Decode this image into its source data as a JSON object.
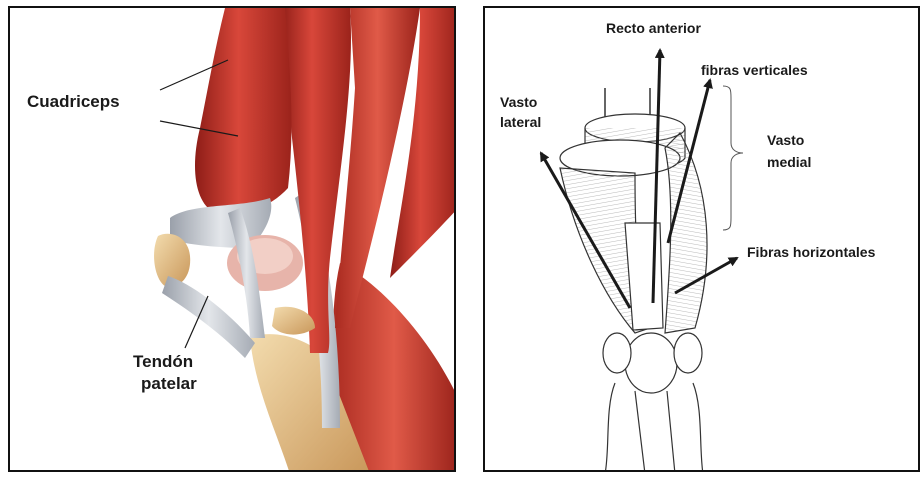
{
  "left_figure": {
    "labels": {
      "quadriceps": "Cuadriceps",
      "tendon_line1": "Tendón",
      "tendon_line2": "patelar"
    }
  },
  "right_figure": {
    "labels": {
      "recto_anterior": "Recto anterior",
      "fibras_verticales": "fibras verticales",
      "vasto_lateral_line1": "Vasto",
      "vasto_lateral_line2": "lateral",
      "vasto_medial_line1": "Vasto",
      "vasto_medial_line2": "medial",
      "fibras_horizontales": "Fibras horizontales"
    }
  },
  "colors": {
    "muscle": "#c8352c",
    "muscle_dark": "#8e1d17",
    "tendon": "#c9ccd3",
    "bone": "#e7c48e",
    "line": "#1a1a1a"
  }
}
